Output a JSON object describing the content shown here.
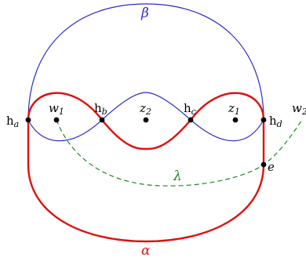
{
  "curves": {
    "alpha": {
      "label": "α",
      "color": "#e01010"
    },
    "beta": {
      "label": "β",
      "color": "#2a2ad0"
    },
    "lambda": {
      "label": "λ",
      "color": "#1a8a1a"
    }
  },
  "points": {
    "ha": {
      "base": "h",
      "sub": "a"
    },
    "hb": {
      "base": "h",
      "sub": "b"
    },
    "hc": {
      "base": "h",
      "sub": "c"
    },
    "hd": {
      "base": "h",
      "sub": "d"
    },
    "w1": {
      "base": "w",
      "sub": "1"
    },
    "w2": {
      "base": "w",
      "sub": "2"
    },
    "z1": {
      "base": "z",
      "sub": "1"
    },
    "z2": {
      "base": "z",
      "sub": "2"
    },
    "e": {
      "base": "e",
      "sub": ""
    }
  }
}
